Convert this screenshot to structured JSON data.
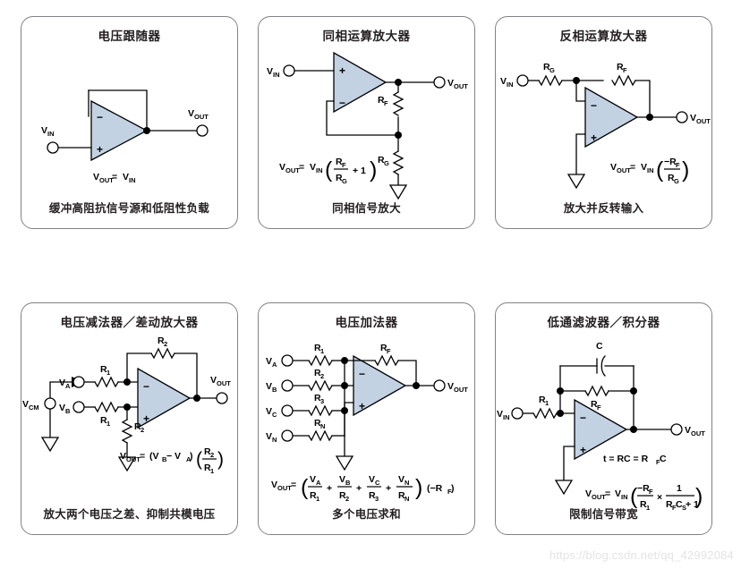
{
  "page": {
    "watermark": "https://blog.csdn.net/qq_42992084",
    "background_color": "#ffffff",
    "panel_border_color": "#808285",
    "opamp_fill_color": "#c3d2e3",
    "text_color": "#231f20"
  },
  "panels": [
    {
      "id": "voltage-follower",
      "title": "电压跟随器",
      "caption": "缓冲高阻抗信号源和低阻性负载",
      "labels": {
        "vin": "V",
        "vin_sub": "IN",
        "vout": "V",
        "vout_sub": "OUT",
        "minus": "−",
        "plus": "+"
      },
      "equation": {
        "lhs": "V",
        "lhs_sub": "OUT",
        "eq": "=",
        "rhs": "V",
        "rhs_sub": "IN"
      }
    },
    {
      "id": "non-inverting-amplifier",
      "title": "同相运算放大器",
      "caption": "同相信号放大",
      "labels": {
        "vin": "V",
        "vin_sub": "IN",
        "vout": "V",
        "vout_sub": "OUT",
        "rf": "R",
        "rf_sub": "F",
        "rg": "R",
        "rg_sub": "G",
        "minus": "−",
        "plus": "+"
      },
      "equation": {
        "lhs": "V",
        "lhs_sub": "OUT",
        "eq": "=",
        "v": "V",
        "v_sub": "IN",
        "num": "R",
        "num_sub": "F",
        "den": "R",
        "den_sub": "G",
        "tail": "+ 1"
      }
    },
    {
      "id": "inverting-amplifier",
      "title": "反相运算放大器",
      "caption": "放大并反转输入",
      "labels": {
        "vin": "V",
        "vin_sub": "IN",
        "vout": "V",
        "vout_sub": "OUT",
        "rg": "R",
        "rg_sub": "G",
        "rf": "R",
        "rf_sub": "F",
        "minus": "−",
        "plus": "+"
      },
      "equation": {
        "lhs": "V",
        "lhs_sub": "OUT",
        "eq": "=",
        "v": "V",
        "v_sub": "IN",
        "num": "−R",
        "num_sub": "F",
        "den": "R",
        "den_sub": "G"
      }
    },
    {
      "id": "voltage-subtractor",
      "title": "电压减法器／差动放大器",
      "caption": "放大两个电压之差、抑制共模电压",
      "labels": {
        "va": "V",
        "va_sub": "A",
        "vb": "V",
        "vb_sub": "B",
        "vcm": "V",
        "vcm_sub": "CM",
        "vout": "V",
        "vout_sub": "OUT",
        "r1a": "R",
        "r1a_sub": "1",
        "r1b": "R",
        "r1b_sub": "1",
        "r2a": "R",
        "r2a_sub": "2",
        "r2b": "R",
        "r2b_sub": "2",
        "minus": "−",
        "plus": "+"
      },
      "equation": {
        "lhs": "V",
        "lhs_sub": "OUT",
        "eq": "=",
        "group": "(V",
        "group_sub_b": "B",
        "group_minus": "− V",
        "group_sub_a": "A",
        "group_close": ")",
        "num": "R",
        "num_sub": "2",
        "den": "R",
        "den_sub": "1"
      }
    },
    {
      "id": "voltage-adder",
      "title": "电压加法器",
      "caption": "多个电压求和",
      "labels": {
        "va": "V",
        "va_sub": "A",
        "vb": "V",
        "vb_sub": "B",
        "vc": "V",
        "vc_sub": "C",
        "vn": "V",
        "vn_sub": "N",
        "vout": "V",
        "vout_sub": "OUT",
        "r1": "R",
        "r1_sub": "1",
        "r2": "R",
        "r2_sub": "2",
        "r3": "R",
        "r3_sub": "3",
        "rn": "R",
        "rn_sub": "N",
        "rf": "R",
        "rf_sub": "F",
        "minus": "−",
        "plus": "+"
      },
      "equation": {
        "lhs": "V",
        "lhs_sub": "OUT",
        "eq": "=",
        "terms": [
          {
            "num": "V",
            "num_sub": "A",
            "den": "R",
            "den_sub": "1"
          },
          {
            "num": "V",
            "num_sub": "B",
            "den": "R",
            "den_sub": "2"
          },
          {
            "num": "V",
            "num_sub": "C",
            "den": "R",
            "den_sub": "3"
          },
          {
            "num": "V",
            "num_sub": "N",
            "den": "R",
            "den_sub": "N"
          }
        ],
        "op": "+",
        "tail": "(−R",
        "tail_sub": "F",
        "tail_close": ")"
      }
    },
    {
      "id": "low-pass-filter",
      "title": "低通滤波器／积分器",
      "caption": "限制信号带宽",
      "labels": {
        "vin": "V",
        "vin_sub": "IN",
        "vout": "V",
        "vout_sub": "OUT",
        "c": "C",
        "r1": "R",
        "r1_sub": "1",
        "rf": "R",
        "rf_sub": "F",
        "minus": "−",
        "plus": "+"
      },
      "tau_equation": {
        "text_a": "t = RC = R",
        "text_a_sub": "F",
        "text_b": "C"
      },
      "equation": {
        "lhs": "V",
        "lhs_sub": "OUT",
        "eq": "=",
        "v": "V",
        "v_sub": "IN",
        "num1": "−R",
        "num1_sub": "F",
        "den1": "R",
        "den1_sub": "1",
        "times": "×",
        "num2": "1",
        "den2a": "R",
        "den2a_sub": "F",
        "den2b": "C",
        "den2b_sub": "S",
        "den2c": "+ 1"
      }
    }
  ]
}
